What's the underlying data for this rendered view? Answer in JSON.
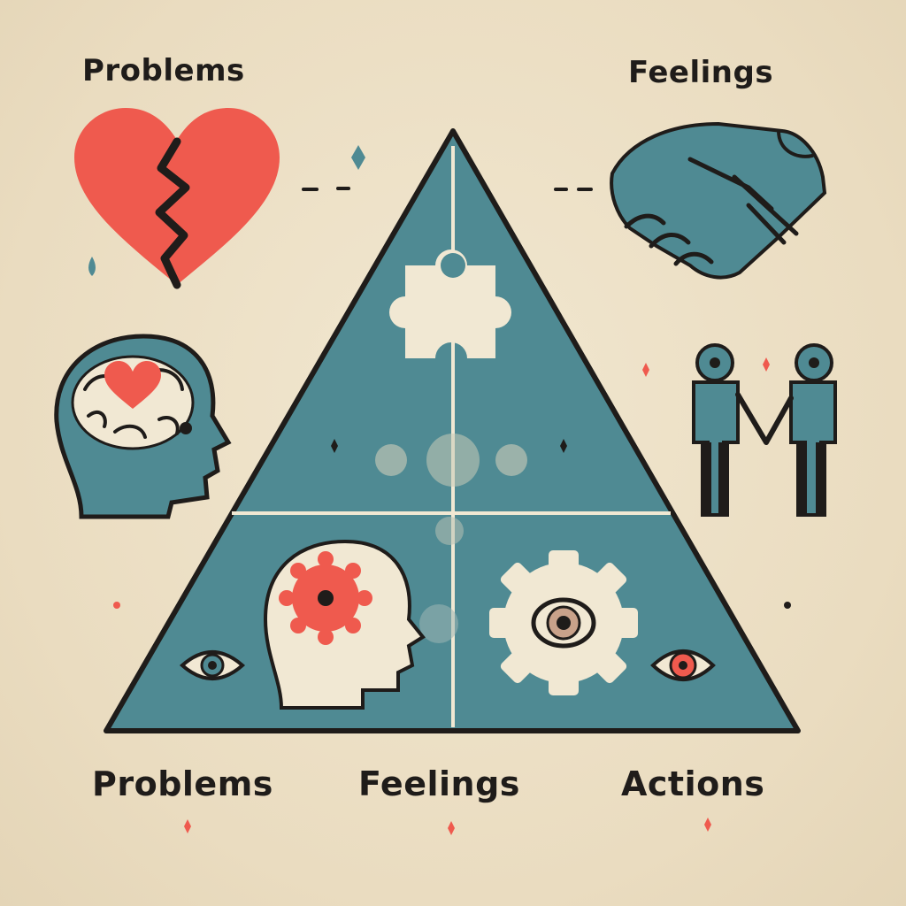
{
  "labels": {
    "top_left": "Problems",
    "top_right": "Feelings",
    "bottom": [
      "Problems",
      "Feelings",
      "Actions"
    ]
  },
  "icons": {
    "top_left": "broken-heart-icon",
    "top_right": "handshake-icon",
    "mid_left": "head-with-heart-brain-icon",
    "mid_right": "two-people-holding-hands-icon",
    "triangle_top": "puzzle-piece-icon",
    "triangle_bottom_left": "head-with-red-gear-icon",
    "triangle_bottom_right": "gear-with-eye-icon",
    "eye_left": "eye-icon",
    "eye_right": "eye-icon"
  },
  "colors": {
    "background": "#efe4cc",
    "teal": "#4f8a93",
    "coral": "#ef5a4e",
    "cream": "#f1e8d3",
    "outline": "#1f1c1a"
  }
}
